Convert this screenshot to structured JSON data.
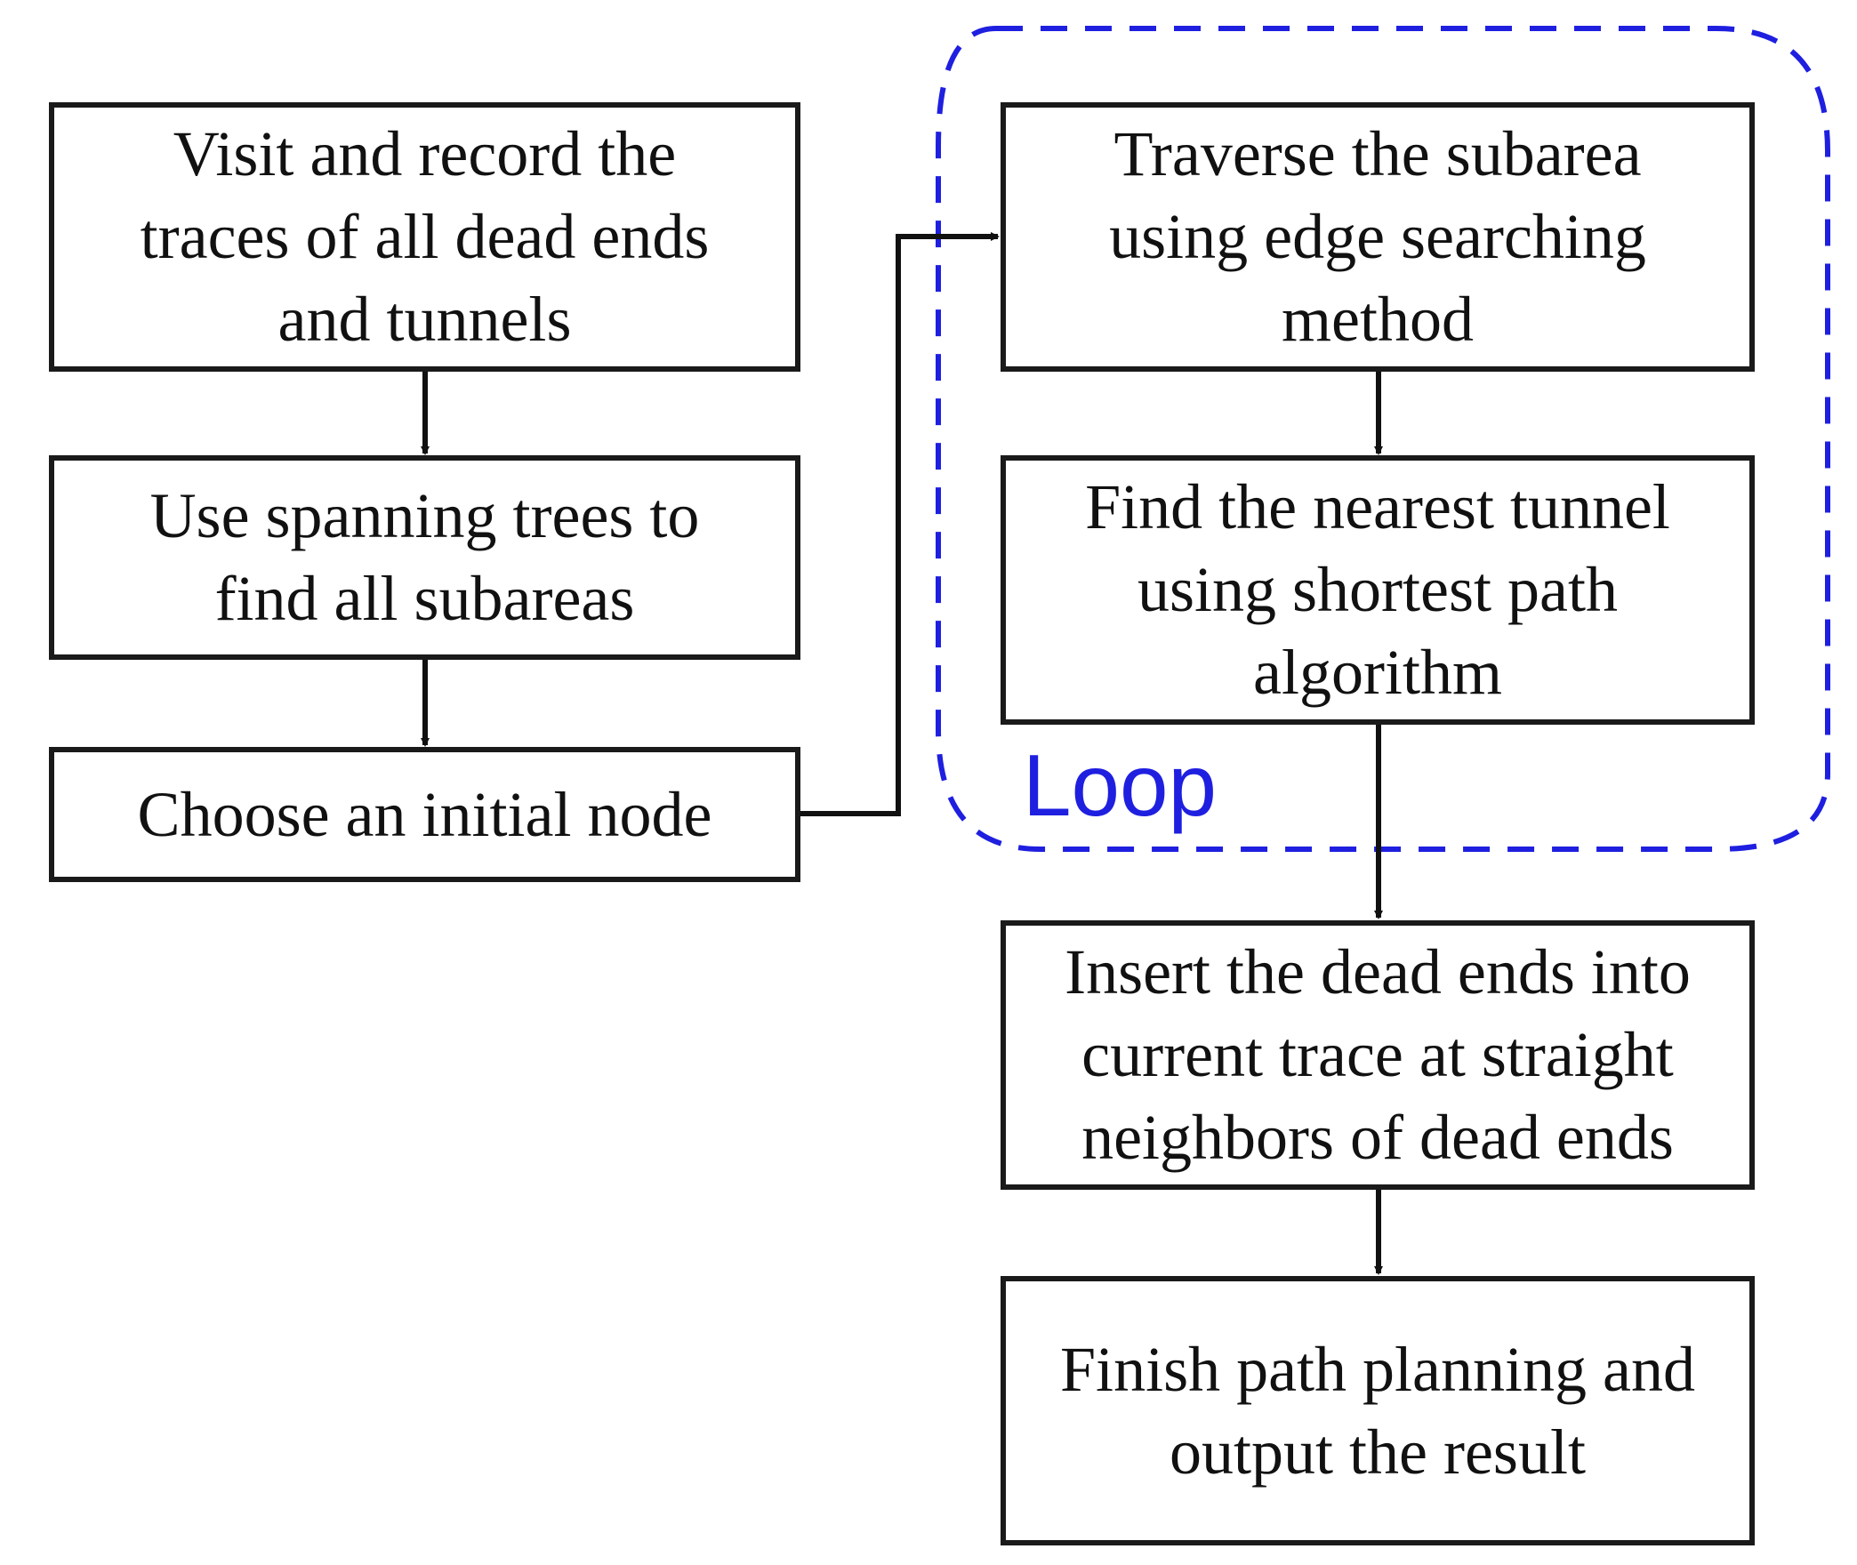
{
  "flowchart": {
    "steps": {
      "visit_record": "Visit and record the\ntraces of all dead ends\nand tunnels",
      "spanning_trees": "Use spanning trees to\nfind all subareas",
      "initial_node": "Choose an initial node",
      "traverse_subarea": "Traverse the subarea\nusing edge searching\nmethod",
      "nearest_tunnel": "Find the nearest tunnel\nusing shortest path\nalgorithm",
      "insert_dead_ends": "Insert the dead ends into\ncurrent trace at straight\nneighbors of dead ends",
      "finish": "Finish path planning and\noutput the result"
    },
    "loop_label": "Loop"
  },
  "colors": {
    "box_border": "#1a1a1a",
    "arrow": "#111111",
    "loop_dash": "#1f1fe0",
    "loop_text": "#1f1fe0"
  }
}
